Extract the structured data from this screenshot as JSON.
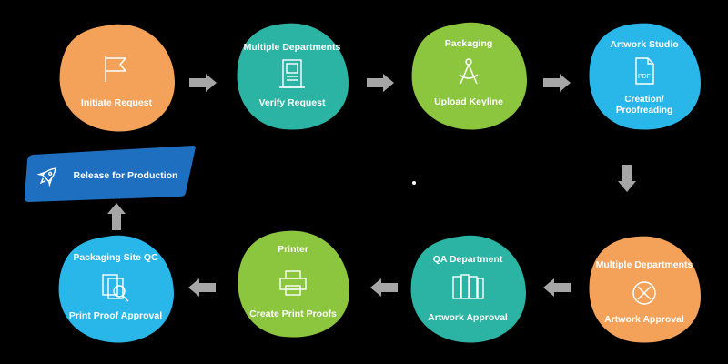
{
  "colors": {
    "background": "#000000",
    "orange": "#F4A259",
    "teal": "#2BB3A3",
    "green": "#8CC63F",
    "blue": "#29B6E8",
    "release_blue": "#1E6FC0",
    "arrow": "#A6A6A6"
  },
  "steps": [
    {
      "id": "initiate-request",
      "title": "",
      "label": "Initiate Request",
      "icon": "flag-icon",
      "color": "orange"
    },
    {
      "id": "verify-request",
      "title": "Multiple Departments",
      "label": "Verify Request",
      "icon": "document-tower-icon",
      "color": "teal"
    },
    {
      "id": "upload-keyline",
      "title": "Packaging",
      "label": "Upload Keyline",
      "icon": "compass-icon",
      "color": "green"
    },
    {
      "id": "creation-proofreading",
      "title": "Artwork Studio",
      "label": "Creation/",
      "label2": "Proofreading",
      "icon": "pdf-file-icon",
      "color": "blue"
    },
    {
      "id": "artwork-approval-multi",
      "title": "Multiple Departments",
      "label": "Artwork Approval",
      "icon": "circle-x-icon",
      "color": "orange"
    },
    {
      "id": "artwork-approval-qa",
      "title": "QA Department",
      "label": "Artwork Approval",
      "icon": "binders-icon",
      "color": "teal"
    },
    {
      "id": "create-print-proofs",
      "title": "Printer",
      "label": "Create Print Proofs",
      "icon": "printer-icon",
      "color": "green"
    },
    {
      "id": "print-proof-approval",
      "title": "Packaging Site QC",
      "label": "Print Proof Approval",
      "icon": "inspect-documents-icon",
      "color": "blue"
    }
  ],
  "release": {
    "label": "Release for Production",
    "icon": "rocket-icon"
  }
}
